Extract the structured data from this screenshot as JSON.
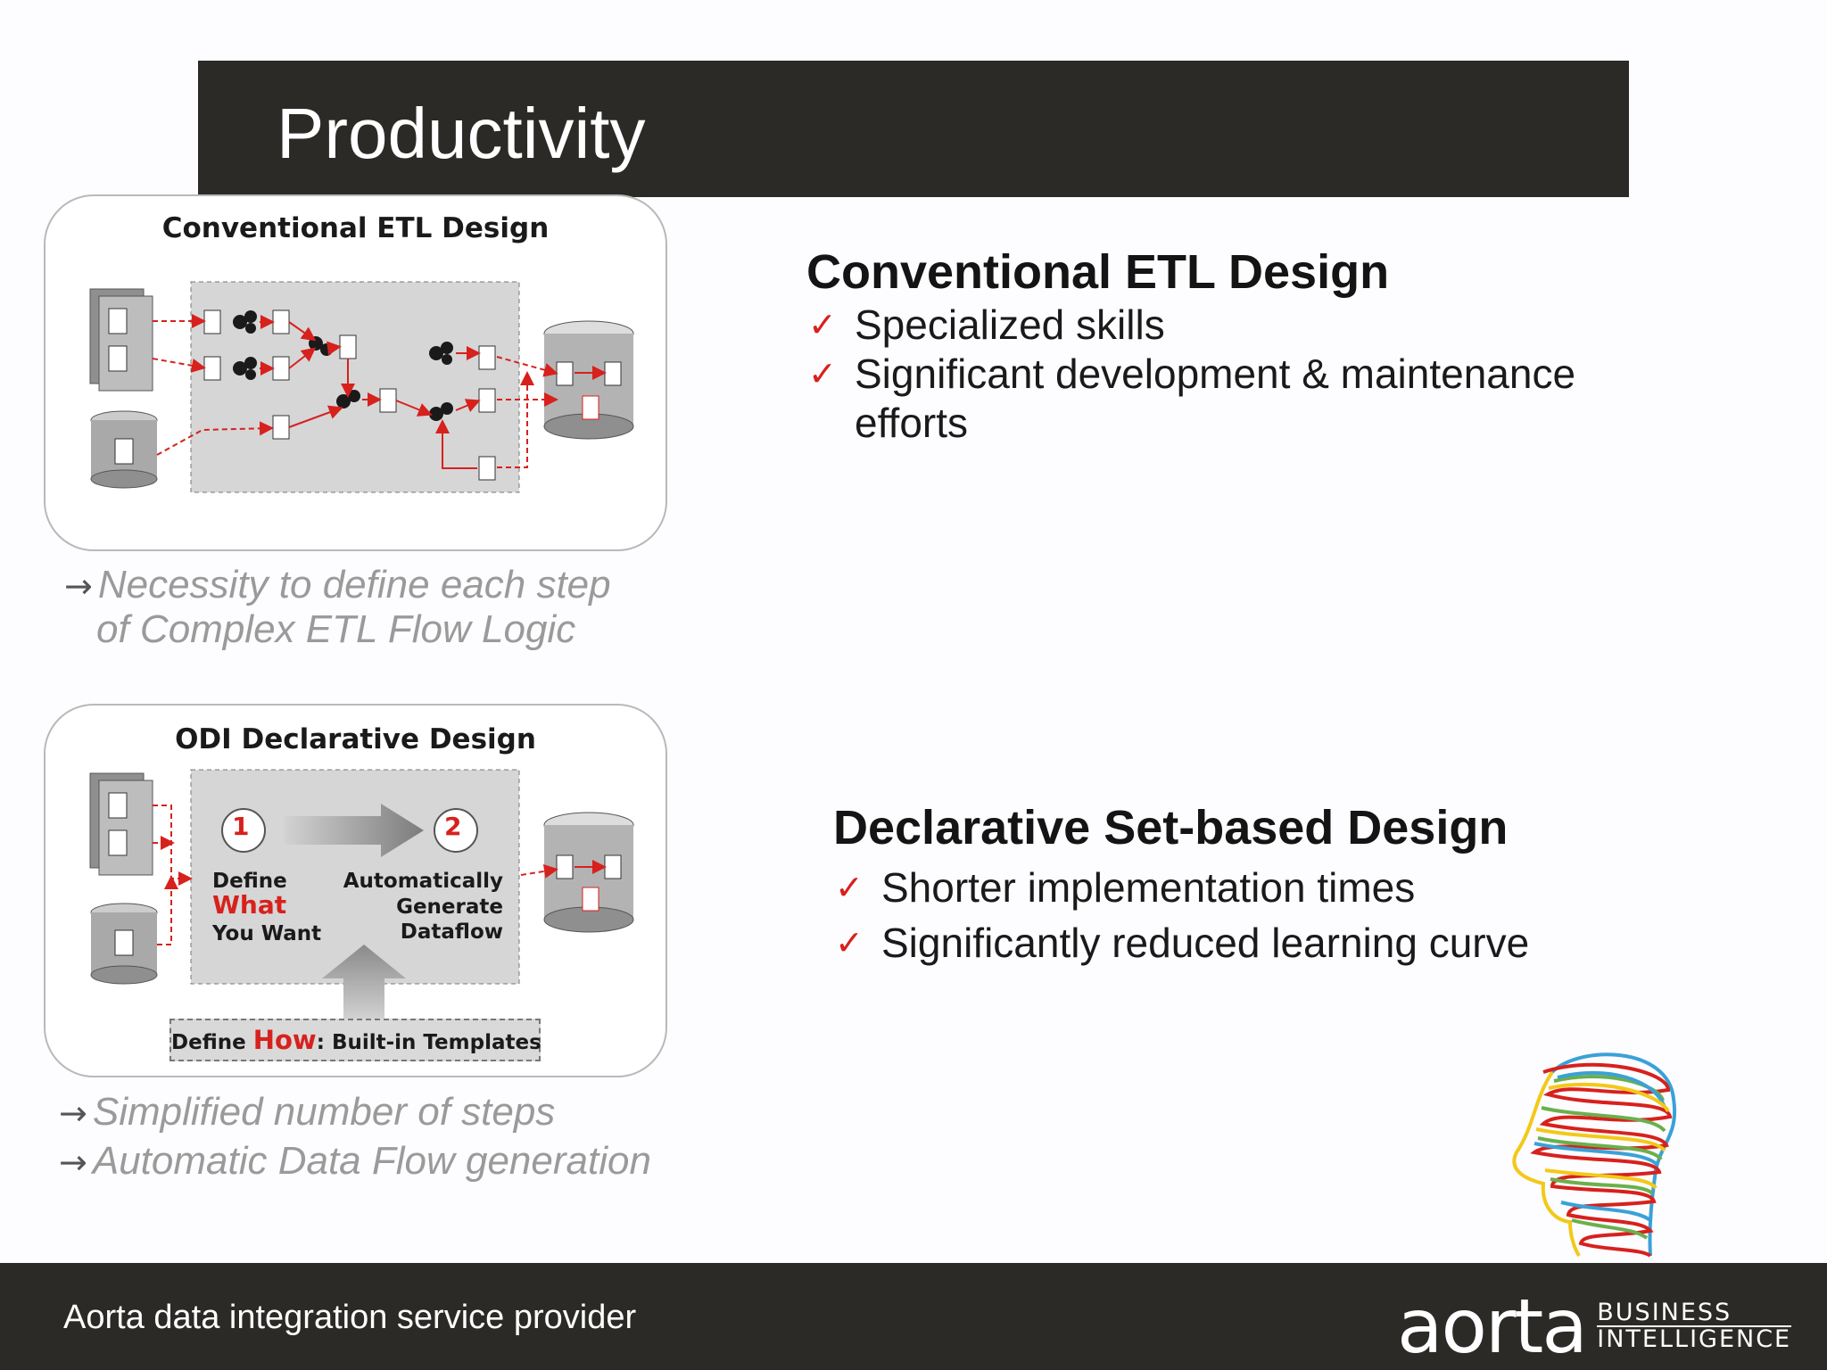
{
  "title": "Productivity",
  "panel_top": {
    "title": "Conventional ETL Design",
    "caption_lines": [
      "Necessity to define each step",
      "of Complex ETL Flow Logic"
    ]
  },
  "panel_bottom": {
    "title": "ODI Declarative Design",
    "step1_number": "1",
    "step2_number": "2",
    "define_label": "Define",
    "what_label": "What",
    "you_want_label": "You Want",
    "auto_lines": [
      "Automatically",
      "Generate",
      "Dataflow"
    ],
    "how_prefix": "Define ",
    "how_word": "How",
    "how_suffix": ": Built-in Templates",
    "caption_lines": [
      "Simplified number of steps",
      "Automatic Data Flow generation"
    ]
  },
  "conventional": {
    "heading": "Conventional ETL Design",
    "bullets": [
      "Specialized skills",
      "Significant development & maintenance",
      "efforts"
    ]
  },
  "declarative": {
    "heading": "Declarative Set-based Design",
    "bullets": [
      "Shorter implementation times",
      "Significantly reduced learning curve"
    ]
  },
  "footer": {
    "text": "Aorta data integration service provider",
    "brand_main": "aorta",
    "brand_line1": "BUSINESS",
    "brand_line2": "INTELLIGENCE"
  },
  "glyphs": {
    "arrow": "→",
    "check": "✓"
  },
  "colors": {
    "bar": "#2b2a26",
    "accent": "#d7211d",
    "caption": "#9a9a9a"
  }
}
